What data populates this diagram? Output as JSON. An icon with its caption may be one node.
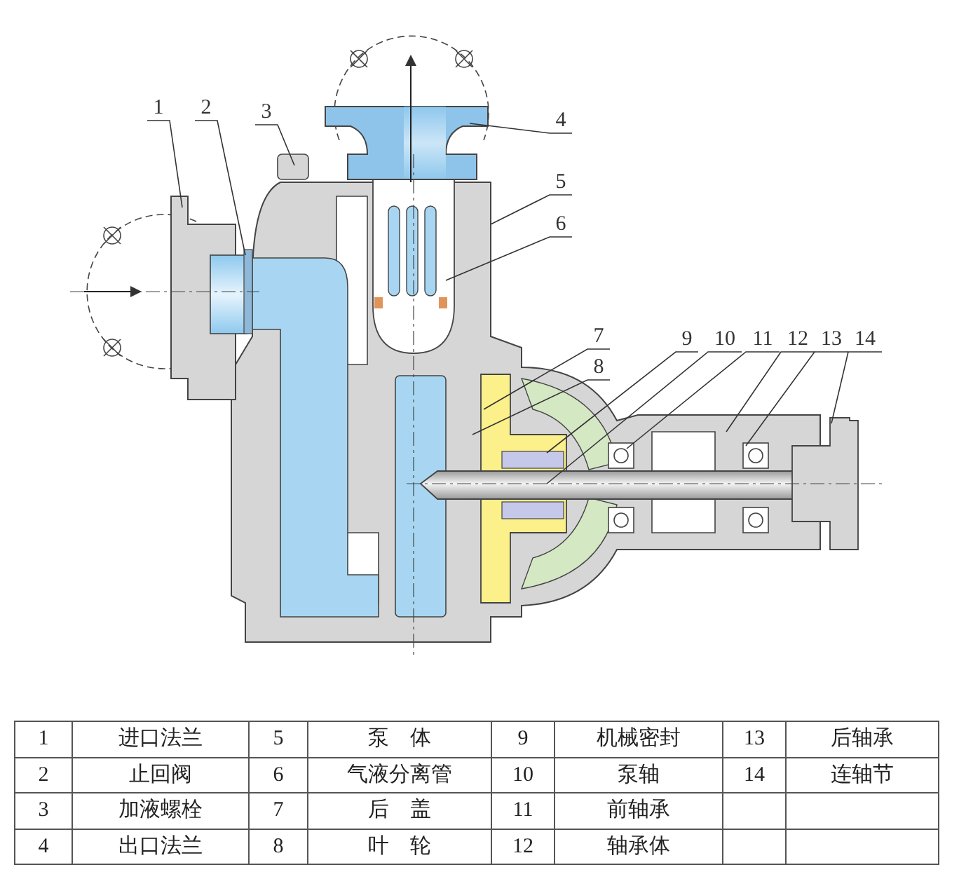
{
  "diagram": {
    "nodes": [
      {
        "text": [
          "1"
        ]
      },
      {
        "text": [
          "2"
        ]
      },
      {
        "text": [
          "3"
        ]
      },
      {
        "text": [
          "4"
        ]
      },
      {
        "text": [
          "5"
        ]
      },
      {
        "text": [
          "6"
        ]
      },
      {
        "text": [
          "7"
        ]
      },
      {
        "text": [
          "8"
        ]
      },
      {
        "text": [
          "9"
        ]
      },
      {
        "text": [
          "10"
        ]
      },
      {
        "text": [
          "11"
        ]
      },
      {
        "text": [
          "12"
        ]
      },
      {
        "text": [
          "13"
        ]
      },
      {
        "text": [
          "14"
        ]
      }
    ],
    "edges": [
      {
        "from": 0,
        "to": null,
        "arrow": "none"
      },
      {
        "from": 1,
        "to": null,
        "arrow": "none"
      },
      {
        "from": 2,
        "to": null,
        "arrow": "none"
      },
      {
        "from": 3,
        "to": null,
        "arrow": "none"
      },
      {
        "from": 4,
        "to": null,
        "arrow": "none"
      },
      {
        "from": 5,
        "to": null,
        "arrow": "none"
      },
      {
        "from": 6,
        "to": null,
        "arrow": "none"
      },
      {
        "from": 7,
        "to": null,
        "arrow": "none"
      },
      {
        "from": 8,
        "to": null,
        "arrow": "none"
      },
      {
        "from": 9,
        "to": null,
        "arrow": "none"
      },
      {
        "from": 10,
        "to": null,
        "arrow": "none"
      },
      {
        "from": 11,
        "to": null,
        "arrow": "none"
      },
      {
        "from": 12,
        "to": null,
        "arrow": "none"
      },
      {
        "from": 13,
        "to": null,
        "arrow": "none"
      }
    ],
    "labels": [
      "1",
      "进口法兰",
      "5",
      "泵　体",
      "9",
      "机械密封",
      "13",
      "后轴承",
      "2",
      "止回阀",
      "6",
      "气液分离管",
      "10",
      "泵轴",
      "14",
      "连轴节",
      "3",
      "加液螺栓",
      "7",
      "后　盖",
      "11",
      "前轴承",
      "4",
      "出口法兰",
      "8",
      "叶　轮",
      "12",
      "轴承体"
    ]
  }
}
